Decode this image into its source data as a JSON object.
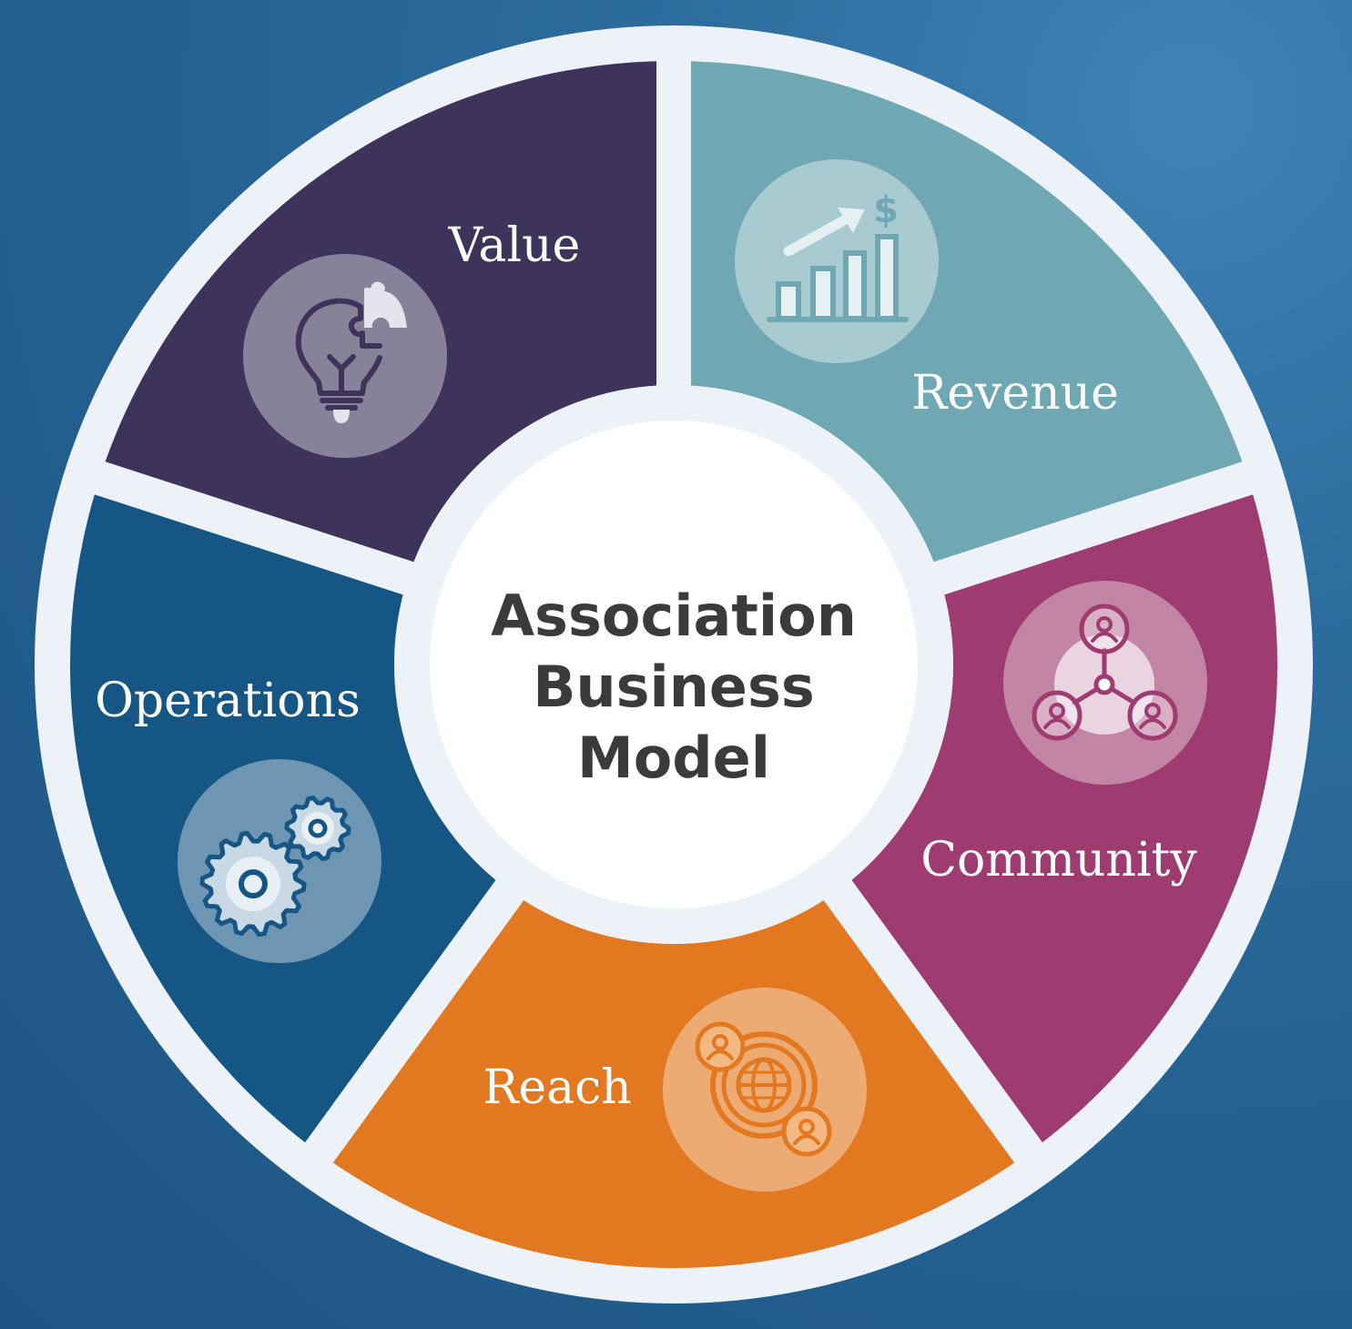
{
  "center": {
    "lines": [
      "Association",
      "Business",
      "Model"
    ]
  },
  "segments": [
    {
      "label": "Value",
      "color": "#3e345b",
      "icon": "lightbulb-puzzle-icon"
    },
    {
      "label": "Revenue",
      "color": "#6fa7b2",
      "icon": "bar-chart-growth-icon"
    },
    {
      "label": "Community",
      "color": "#9e3b70",
      "icon": "people-network-icon"
    },
    {
      "label": "Reach",
      "color": "#e2781f",
      "icon": "globe-people-icon"
    },
    {
      "label": "Operations",
      "color": "#165685",
      "icon": "gears-icon"
    }
  ],
  "colors": {
    "ring": "#edf1f8",
    "hub": "#ffffff",
    "title": "#3b3b3b"
  }
}
